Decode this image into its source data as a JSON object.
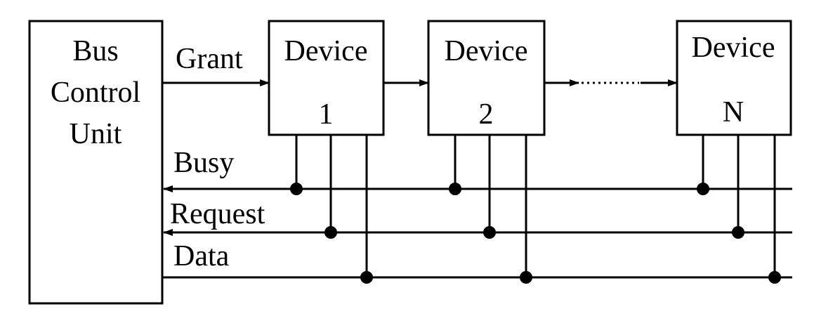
{
  "controller": {
    "lines": [
      "Bus",
      "Control",
      "Unit"
    ]
  },
  "signals": {
    "grant": "Grant",
    "busy": "Busy",
    "request": "Request",
    "data": "Data"
  },
  "devices": [
    {
      "name": "Device",
      "id": "1"
    },
    {
      "name": "Device",
      "id": "2"
    },
    {
      "name": "Device",
      "id": "N"
    }
  ]
}
